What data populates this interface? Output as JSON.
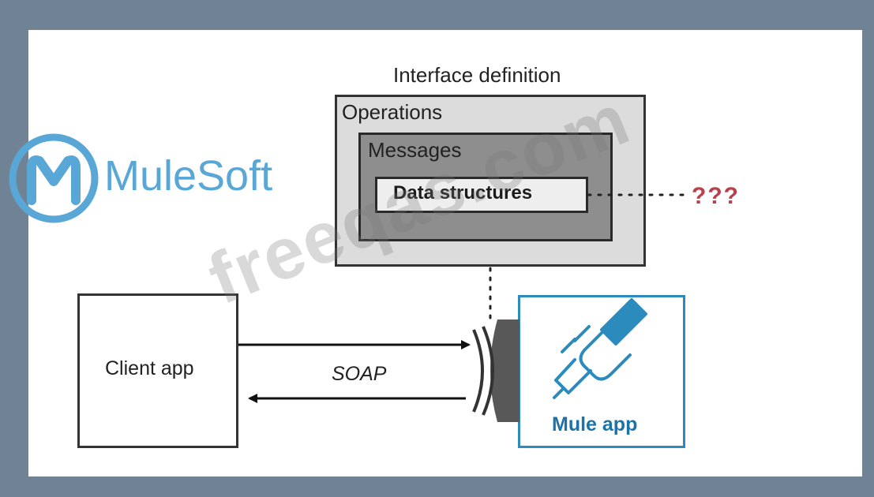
{
  "diagram": {
    "interface_title": "Interface definition",
    "operations_label": "Operations",
    "messages_label": "Messages",
    "data_structures_label": "Data structures",
    "unknown_label": "???",
    "client_label": "Client app",
    "protocol_label": "SOAP",
    "mule_label": "Mule app"
  },
  "logo": {
    "brand_text": "MuleSoft",
    "trademark": "·"
  },
  "watermark": {
    "text": "freeqas.com"
  },
  "colors": {
    "frame": "#6f8394",
    "mule_blue": "#2c8bbd",
    "logo_blue": "#59a7d6",
    "question_red": "#b8414c"
  },
  "icons": {
    "logo": "mulesoft-logo-icon",
    "mule_app": "plug-connector-icon",
    "api_shield": "api-gateway-icon"
  }
}
